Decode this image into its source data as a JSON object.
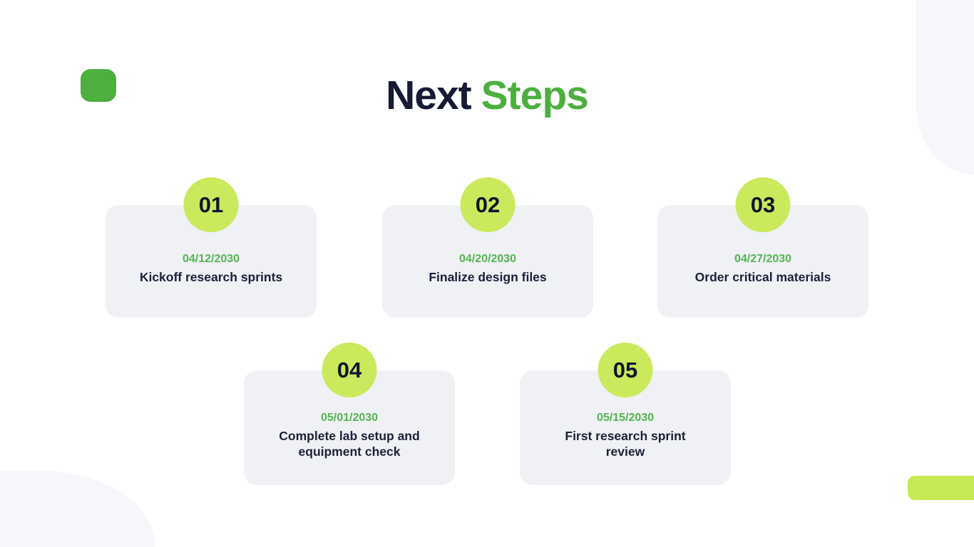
{
  "slide": {
    "title_dark": "Next",
    "title_green": "Steps"
  },
  "steps": [
    {
      "number": "01",
      "date": "04/12/2030",
      "label": "Kickoff research sprints"
    },
    {
      "number": "02",
      "date": "04/20/2030",
      "label": "Finalize design files"
    },
    {
      "number": "03",
      "date": "04/27/2030",
      "label": "Order critical materials"
    },
    {
      "number": "04",
      "date": "05/01/2030",
      "label": "Complete lab setup and equipment check"
    },
    {
      "number": "05",
      "date": "05/15/2030",
      "label": "First research sprint review"
    }
  ],
  "colors": {
    "accent_green": "#4caf3e",
    "lime_badge": "#cbe95c",
    "lime_bar": "#c6e956",
    "navy_text": "#161b33",
    "card_background": "#eff1f5",
    "date_green": "#56b353",
    "corner_gray": "#f6f7fa"
  }
}
